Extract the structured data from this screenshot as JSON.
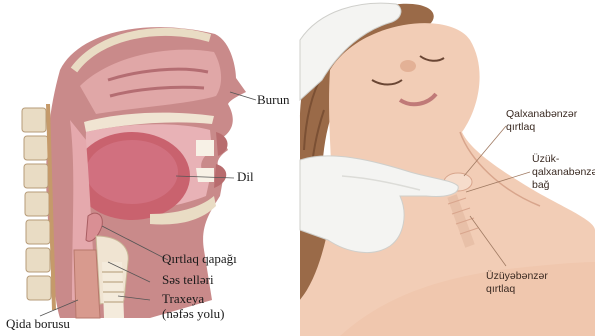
{
  "left_panel": {
    "labels": {
      "nose": "Burun",
      "tongue": "Dil",
      "epiglottis": "Qırtlaq qapağı",
      "vocal_cords": "Səs telləri",
      "trachea_line1": "Traxeya",
      "trachea_line2": "(nəfəs yolu)",
      "esophagus": "Qida borusu"
    }
  },
  "right_panel": {
    "labels": {
      "thyroid_cartilage_line1": "Qalxanabənzər",
      "thyroid_cartilage_line2": "qırtlaq",
      "cricothyroid_line1": "Üzük-",
      "cricothyroid_line2": "qalxanabənzə",
      "cricothyroid_line3": "bağ",
      "cricoid_line1": "Üzüyəbənzər",
      "cricoid_line2": "qırtlaq"
    }
  },
  "colors": {
    "tissue": "#c98a8a",
    "mucosa": "#d98f94",
    "tongue": "#c9626e",
    "bone": "#e9dcc4",
    "skin": "#f2cdb6",
    "hair": "#9a6a48",
    "glove": "#f4f4f2"
  }
}
